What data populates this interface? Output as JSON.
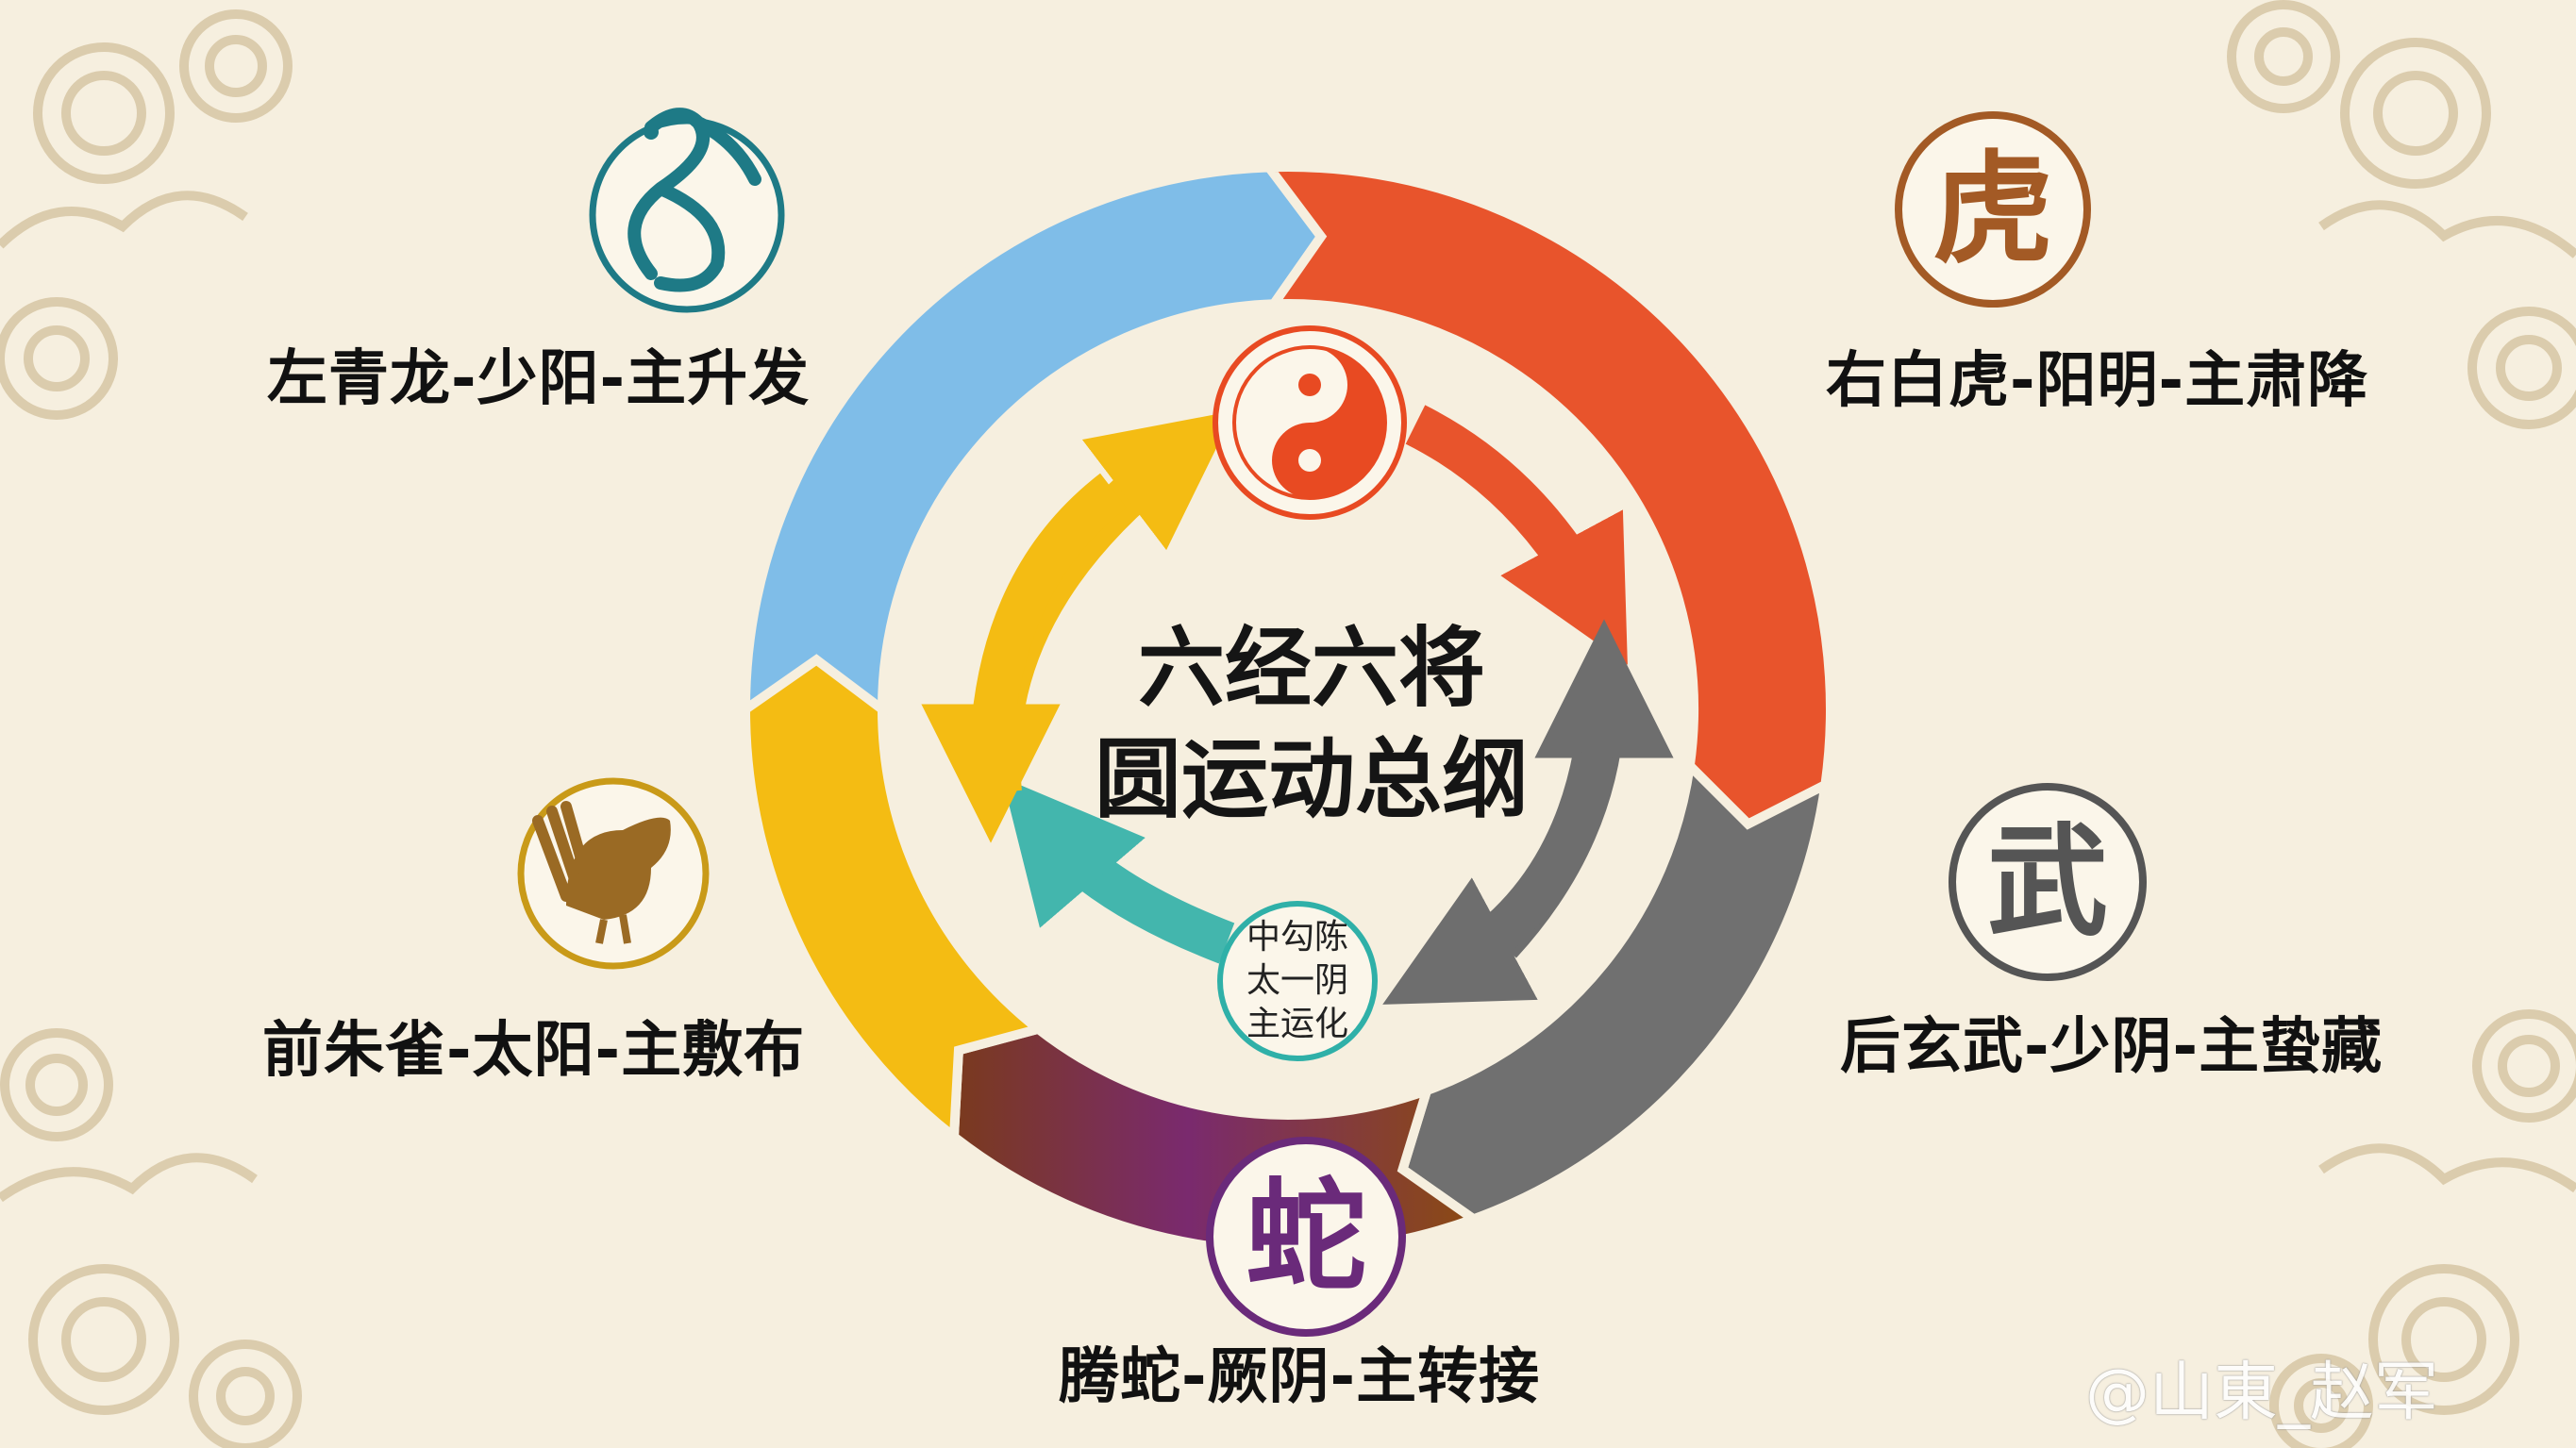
{
  "diagram": {
    "center_title_line1": "六经六将",
    "center_title_line2": "圆运动总纲",
    "center_small_line1": "中勾陈",
    "center_small_line2": "太一阴",
    "center_small_line3": "主运化",
    "nodes": {
      "dragon": {
        "label": "左青龙-少阳-主升发",
        "color": "#7fbde8",
        "icon": "dragon-icon"
      },
      "tiger": {
        "label": "右白虎-阳明-主肃降",
        "color": "#e8542c",
        "glyph": "虎",
        "glyph_color": "#a35a25"
      },
      "wu": {
        "label": "后玄武-少阴-主蛰藏",
        "color": "#707070",
        "glyph": "武",
        "glyph_color": "#555555"
      },
      "snake": {
        "label": "腾蛇-厥阴-主转接",
        "color": "#8b4a12",
        "glyph": "蛇",
        "glyph_color": "#6a2a7a"
      },
      "bird": {
        "label": "前朱雀-太阳-主敷布",
        "color": "#f4bc13",
        "icon": "phoenix-icon"
      }
    },
    "inner_colors": {
      "yinyang": "#e84a22",
      "red_arrow": "#e8542c",
      "gray_arrow": "#6e6e6e",
      "teal_arrow": "#43b6ad",
      "yellow_arrow": "#f4bc13"
    }
  },
  "watermark": "@山東_赵军"
}
